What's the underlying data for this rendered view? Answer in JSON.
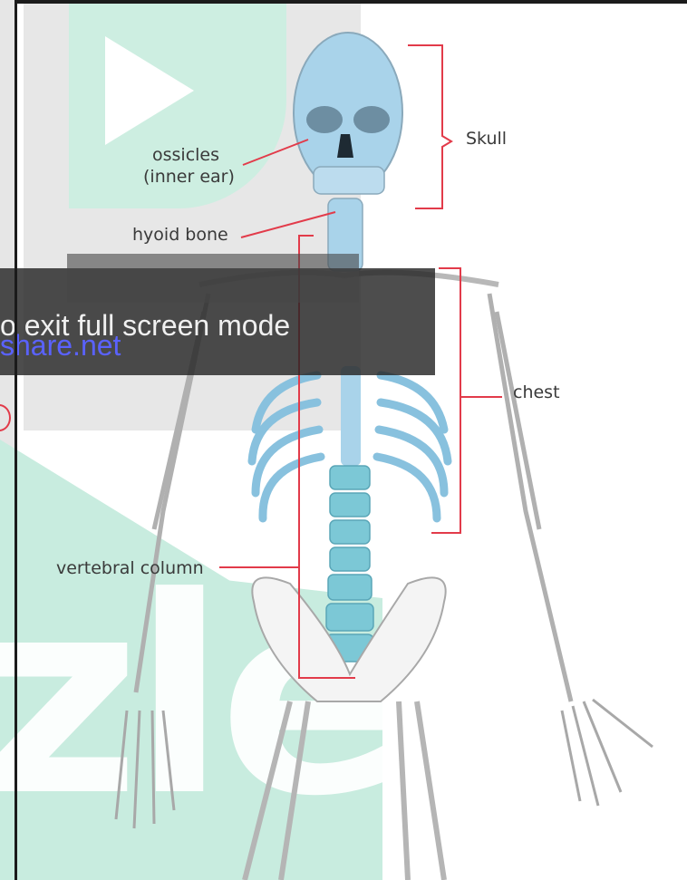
{
  "slide": {
    "labels": {
      "ossicles_line1": "ossicles",
      "ossicles_line2": "(inner ear)",
      "hyoid": "hyoid bone",
      "skull": "Skull",
      "chest": "chest",
      "vertebral": "vertebral column"
    },
    "colors": {
      "annotation_line": "#e23b4a",
      "bone_highlight": "#a9d3ea",
      "spine_highlight": "#7cc8d6",
      "outline": "#9a9a9a"
    }
  },
  "overlay": {
    "exit_message": "o exit full screen mode",
    "link_fragment": "share.net"
  },
  "watermark": {
    "letters": "zle"
  }
}
